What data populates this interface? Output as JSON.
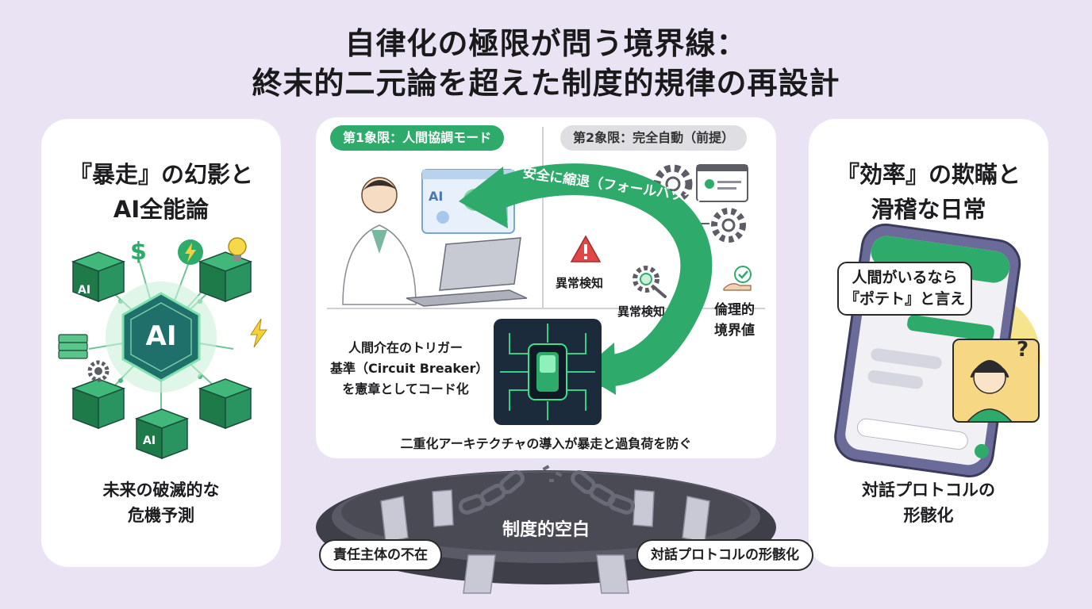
{
  "title": {
    "line1": "自律化の極限が問う境界線：",
    "line2": "終末的二元論を超えた制度的規律の再設計"
  },
  "left_panel": {
    "title_line1": "『暴走』の幻影と",
    "title_line2": "AI全能論",
    "hub_label": "AI",
    "cube_labels": [
      "AI",
      "AI"
    ],
    "caption_line1": "未来の破滅的な",
    "caption_line2": "危機予測"
  },
  "center_panel": {
    "q1_label": "第1象限：人間協調モード",
    "q2_label": "第2象限：完全自動（前提）",
    "screen_label": "AI",
    "fallback_arrow_label": "安全に縮退（フォールバック）",
    "anomaly_label_1": "異常検知",
    "anomaly_label_2": "異常検知",
    "ethics_line1": "倫理的",
    "ethics_line2": "境界値",
    "trigger_line1": "人間介在のトリガー",
    "trigger_line2": "基準（Circuit Breaker）",
    "trigger_line3": "を憲章としてコード化",
    "footer": "二重化アーキテクチャの導入が暴走と過負荷を防ぐ"
  },
  "right_panel": {
    "title_line1": "『効率』の欺瞞と",
    "title_line2": "滑稽な日常",
    "chat_line1": "人間がいるなら",
    "chat_line2": "『ポテト』と言え",
    "question_mark": "?",
    "caption_line1": "対話プロトコルの",
    "caption_line2": "形骸化"
  },
  "bottom": {
    "center_label": "制度的空白",
    "left_pill": "責任主体の不在",
    "right_pill": "対話プロトコルの形骸化"
  },
  "colors": {
    "background": "#e9e3f4",
    "accent_green": "#2eab6a",
    "dark_green": "#1f7a4a",
    "panel": "#ffffff",
    "table_dark": "#45454f"
  }
}
